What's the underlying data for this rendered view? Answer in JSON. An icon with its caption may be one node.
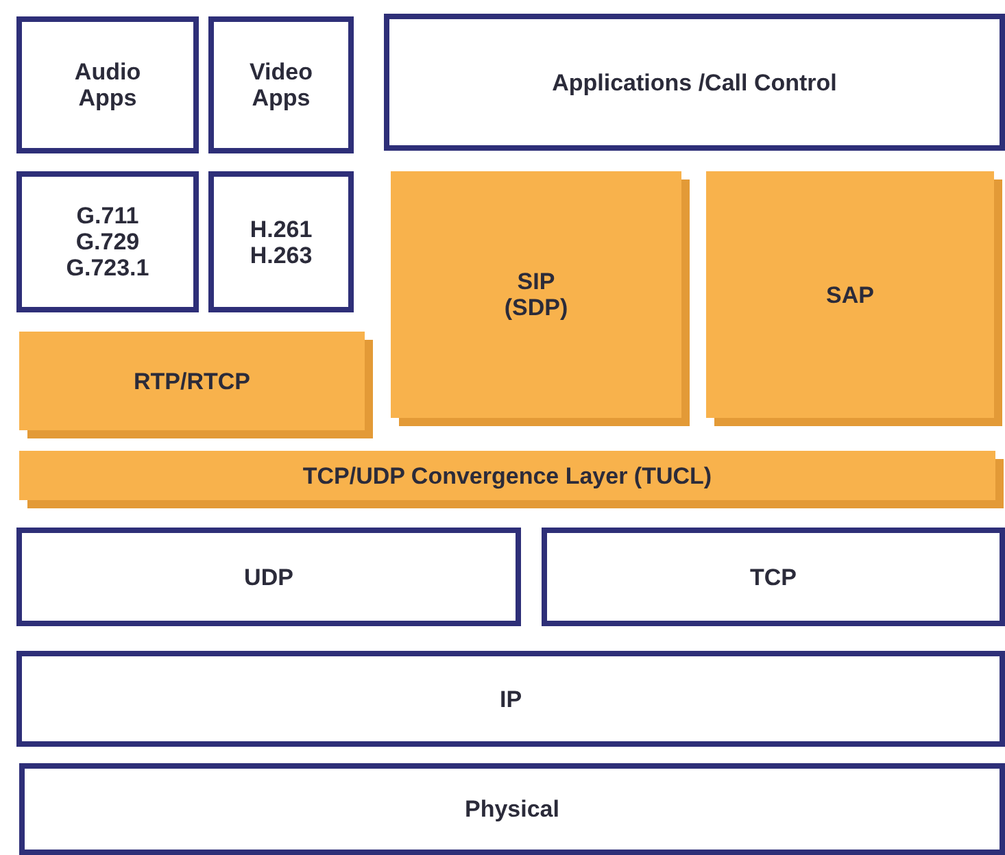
{
  "diagram": {
    "nodes": [
      {
        "text": [
          "Audio Apps"
        ]
      },
      {
        "text": [
          "Video Apps"
        ]
      },
      {
        "text": [
          "Applications /Call Control"
        ]
      },
      {
        "text": [
          "G.711 G.729 G.723.1"
        ]
      },
      {
        "text": [
          "H.261 H.263"
        ]
      },
      {
        "text": [
          "SIP (SDP)"
        ]
      },
      {
        "text": [
          "SAP"
        ]
      },
      {
        "text": [
          "RTP/RTCP"
        ]
      },
      {
        "text": [
          "TCP/UDP Convergence Layer (TUCL)"
        ]
      },
      {
        "text": [
          "UDP"
        ]
      },
      {
        "text": [
          "TCP"
        ]
      },
      {
        "text": [
          "IP"
        ]
      },
      {
        "text": [
          "Physical"
        ]
      }
    ]
  }
}
